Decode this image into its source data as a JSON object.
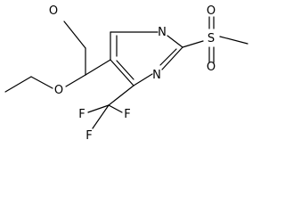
{
  "molecule": {
    "atoms": {
      "carbonyl_o": "O",
      "ester_o": "O",
      "ring_n_top": "N",
      "ring_n_bottom": "N",
      "sulfur": "S",
      "sulfonyl_o_top": "O",
      "sulfonyl_o_bottom": "O",
      "fluorine_left": "F",
      "fluorine_right": "F",
      "fluorine_bottom": "F"
    }
  }
}
